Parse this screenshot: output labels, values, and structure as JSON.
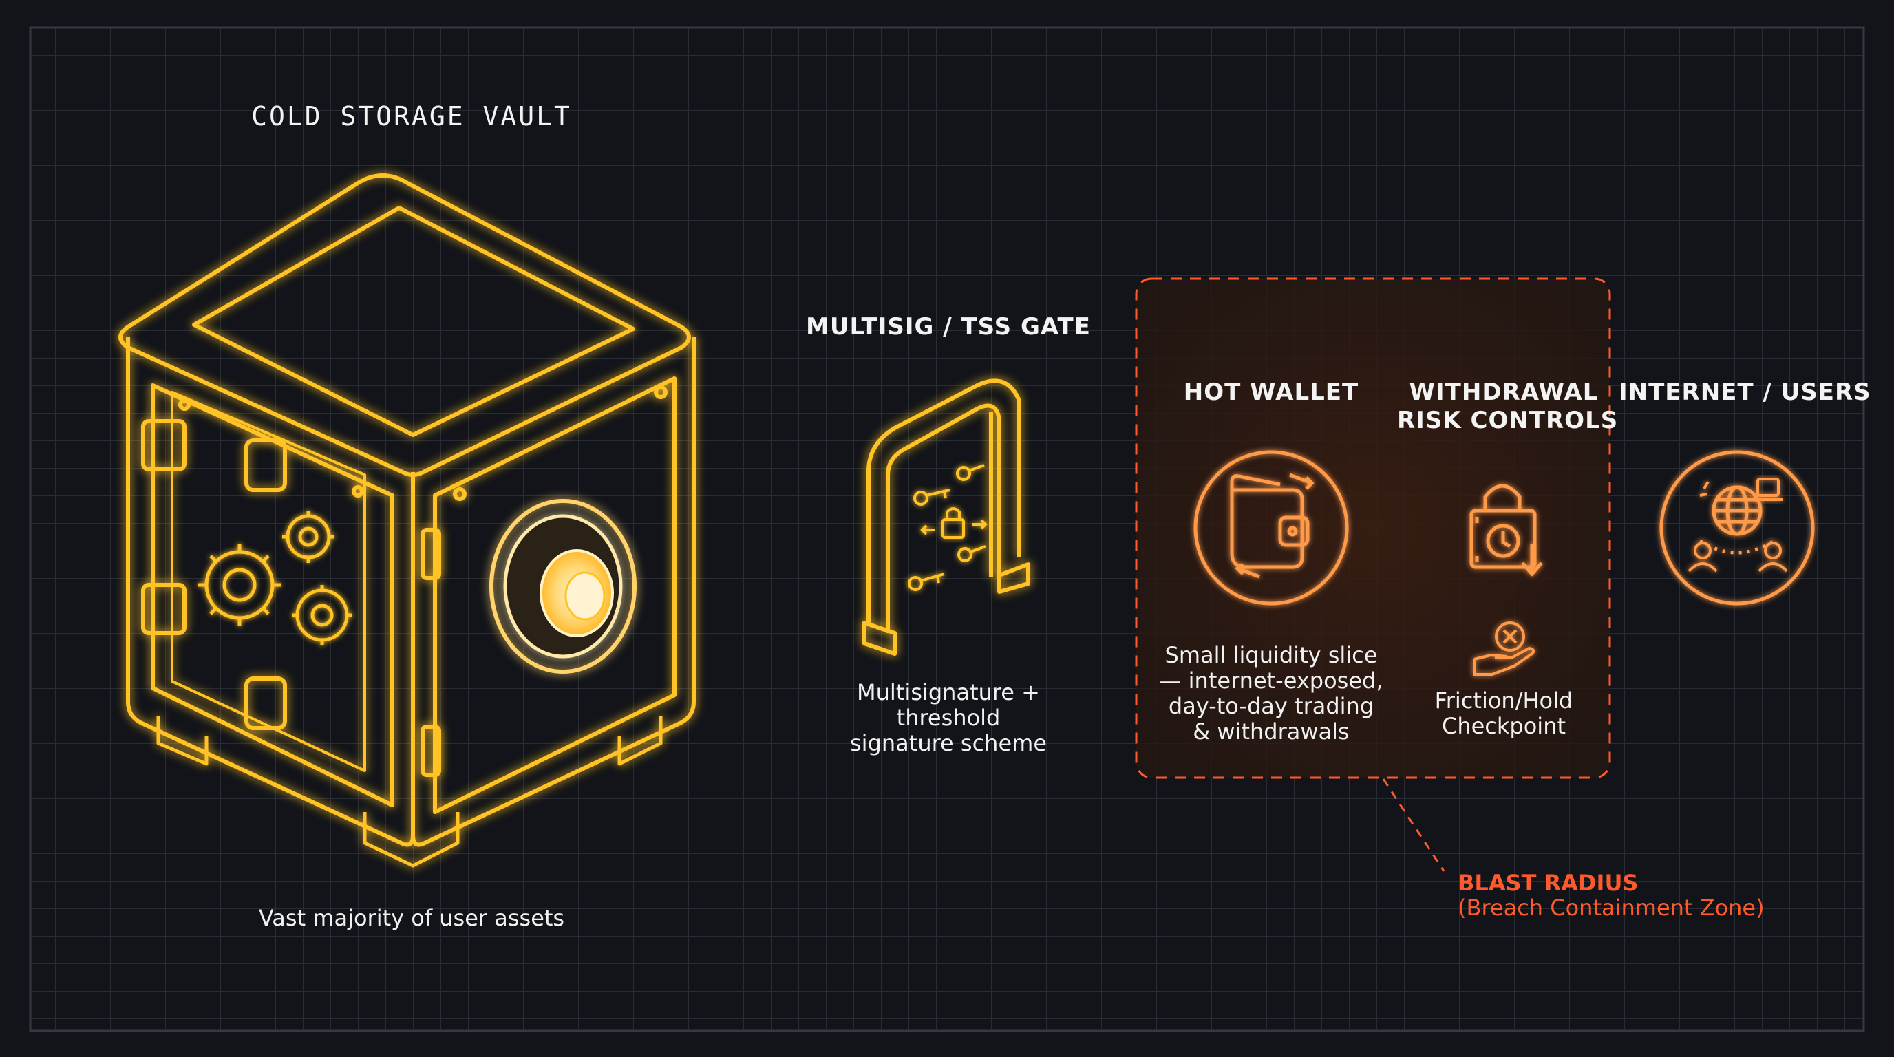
{
  "vault": {
    "title": "COLD STORAGE VAULT",
    "caption": "Vast majority of user assets"
  },
  "gate": {
    "title": "MULTISIG / TSS GATE",
    "caption_lines": [
      "Multisignature +",
      "threshold",
      "signature scheme"
    ]
  },
  "hot_wallet": {
    "title": "HOT WALLET",
    "caption_lines": [
      "Small liquidity slice",
      "— internet-exposed,",
      "day-to-day trading",
      "& withdrawals"
    ]
  },
  "risk_controls": {
    "title_lines": [
      "WITHDRAWAL",
      "RISK CONTROLS"
    ],
    "caption_lines": [
      "Friction/Hold",
      "Checkpoint"
    ]
  },
  "internet": {
    "title": "INTERNET / USERS"
  },
  "blast_radius": {
    "title": "BLAST RADIUS",
    "subtitle": "(Breach Containment Zone)"
  },
  "colors": {
    "background": "#121419",
    "grid": "#272c35",
    "gold": "#ffc328",
    "orange": "#ff9a4a",
    "blast_red": "#ff5a2c"
  },
  "icons": [
    "safe-vault-icon",
    "gear-icon",
    "combination-dial-icon",
    "gate-arch-icon",
    "key-icon",
    "lock-icon",
    "wallet-icon",
    "padlock-timer-icon",
    "hand-cancel-icon",
    "globe-icon",
    "users-icon",
    "device-icon"
  ]
}
